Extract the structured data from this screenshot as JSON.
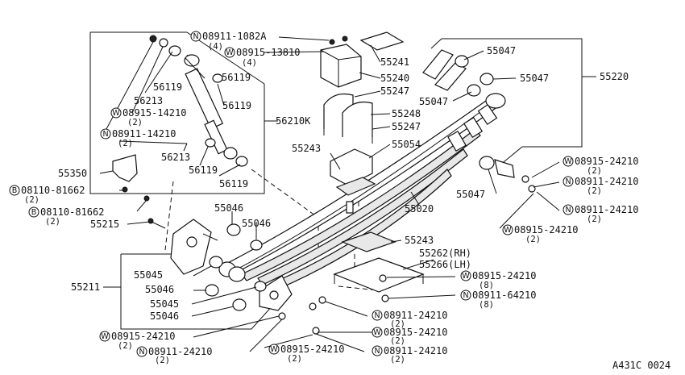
{
  "diagram": {
    "code": "A431C 0024",
    "labels": {
      "l_1082a": "08911-1082A",
      "l_1082a_q": "(4)",
      "l_13810": "08915-13810",
      "l_13810_q": "(4)",
      "l_55241": "55241",
      "l_55240": "55240",
      "l_55247a": "55247",
      "l_55248": "55248",
      "l_55247b": "55247",
      "l_55054": "55054",
      "l_55243a": "55243",
      "l_55020": "55020",
      "l_55243b": "55243",
      "l_55262": "55262(RH)",
      "l_55266": "55266(LH)",
      "l_55047a": "55047",
      "l_55047b": "55047",
      "l_55047c": "55047",
      "l_55047d": "55047",
      "l_55220": "55220",
      "l_56119a": "56119",
      "l_56119b": "56119",
      "l_56119c": "56119",
      "l_56119d": "56119",
      "l_56213a": "56213",
      "l_56213b": "56213",
      "l_14210w": "08915-14210",
      "l_14210w_q": "(2)",
      "l_14210n": "08911-14210",
      "l_14210n_q": "(2)",
      "l_56210k": "56210K",
      "l_55350": "55350",
      "l_81662a": "08110-81662",
      "l_81662a_q": "(2)",
      "l_81662b": "08110-81662",
      "l_81662b_q": "(2)",
      "l_55215": "55215",
      "l_55046a": "55046",
      "l_55046b": "55046",
      "l_55046c": "55046",
      "l_55046d": "55046",
      "l_55045a": "55045",
      "l_55045b": "55045",
      "l_55211": "55211",
      "r_24210w1": "08915-24210",
      "r_24210w1_q": "(2)",
      "r_24210n1": "08911-24210",
      "r_24210n1_q": "(2)",
      "r_24210n2": "08911-24210",
      "r_24210n2_q": "(2)",
      "r_24210w2": "08915-24210",
      "r_24210w2_q": "(2)",
      "m_24210w": "08915-24210",
      "m_24210w_q": "(8)",
      "m_64210n": "08911-64210",
      "m_64210n_q": "(8)",
      "b_24210n1": "08911-24210",
      "b_24210n1_q": "(2)",
      "b_24210w1": "08915-24210",
      "b_24210w1_q": "(2)",
      "b_24210n2": "08911-24210",
      "b_24210n2_q": "(2)",
      "bl_24210w": "08915-24210",
      "bl_24210w_q": "(2)",
      "bl_24210n": "08911-24210",
      "bl_24210n_q": "(2)",
      "bm_24210w": "08915-24210",
      "bm_24210w_q": "(2)"
    },
    "prefix": {
      "N": "N",
      "W": "W",
      "B": "B"
    }
  }
}
